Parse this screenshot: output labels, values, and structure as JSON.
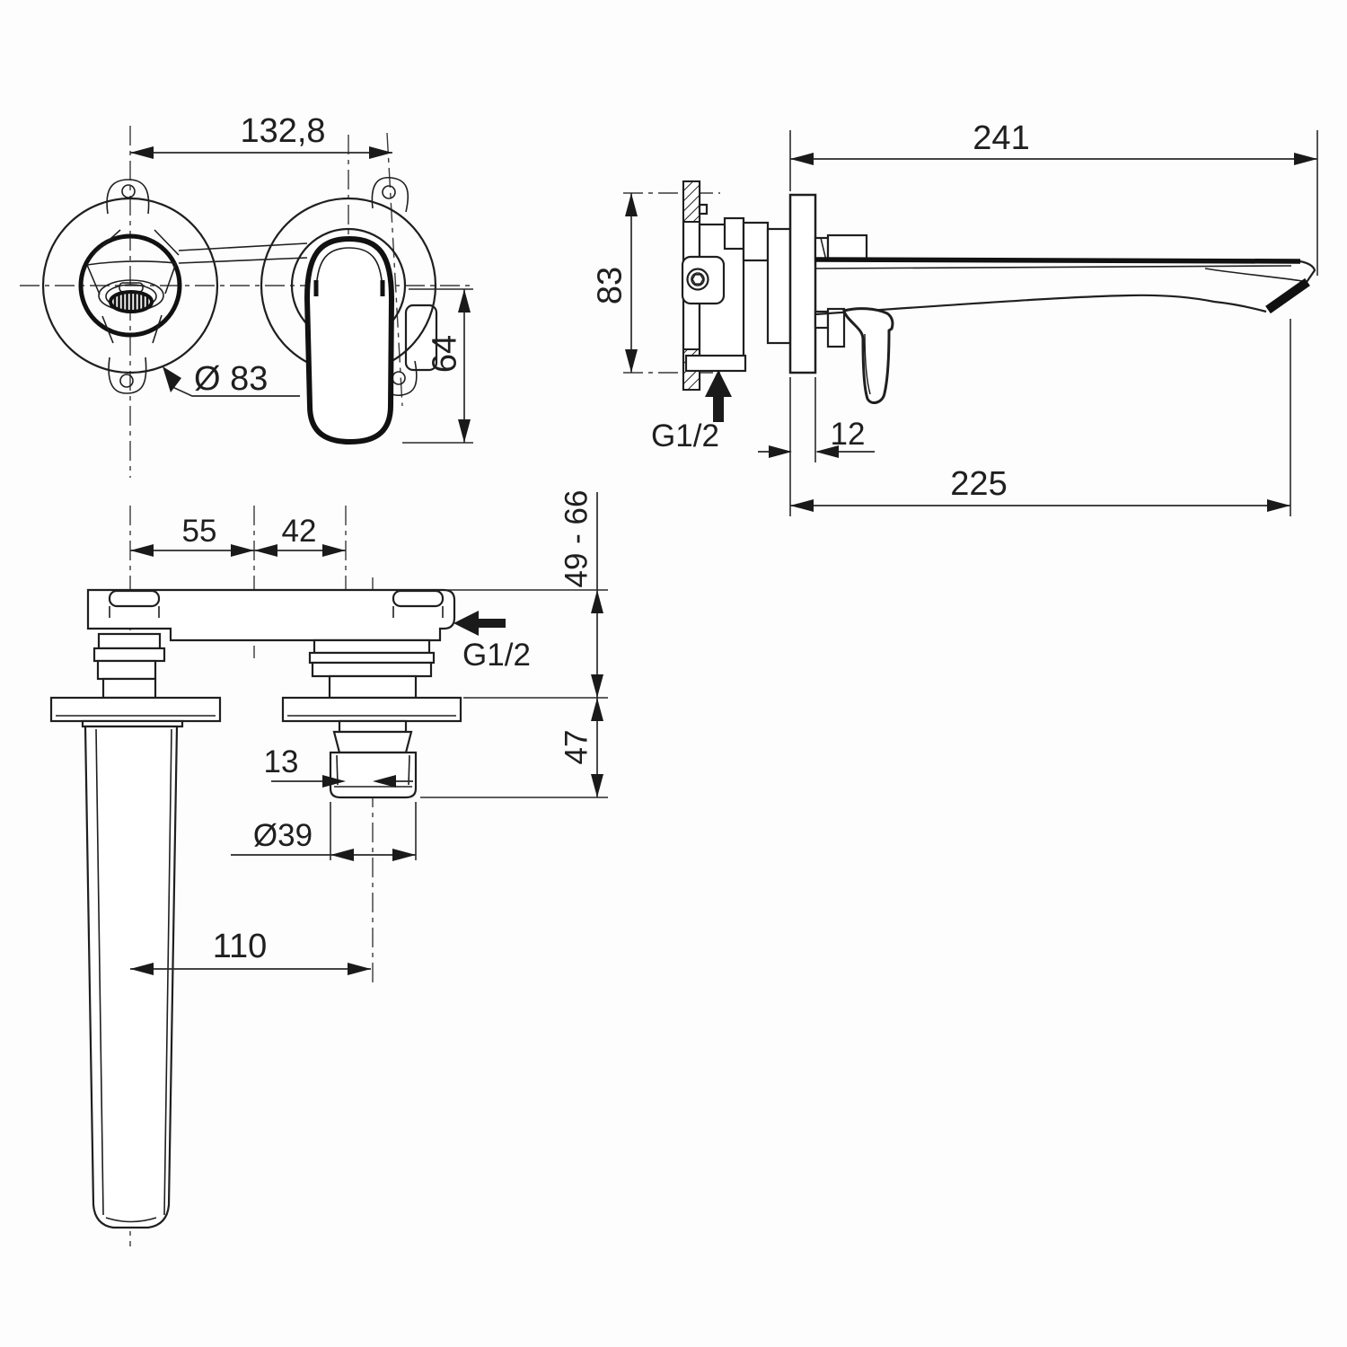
{
  "drawing": {
    "type": "technical dimension drawing",
    "subject": "wall-mounted basin mixer tap",
    "background": "#fdfdfd",
    "line_color": "#1f1f1f",
    "views": {
      "front": {
        "center_distance": "132,8",
        "escutcheon_diameter": "Ø 83",
        "handle_drop": "64"
      },
      "side": {
        "total_projection": "241",
        "bracket_height": "83",
        "inlet_thread": "G1/2",
        "escutcheon_thickness": "12",
        "spout_projection": "225"
      },
      "plan": {
        "spout_to_mid": "55",
        "mid_to_valve": "42",
        "recess_depth_range": "49 - 66",
        "inlet_thread": "G1/2",
        "body_depth": "47",
        "axis_offset": "13",
        "connector_diameter": "Ø39",
        "spout_to_connector": "110"
      }
    }
  }
}
